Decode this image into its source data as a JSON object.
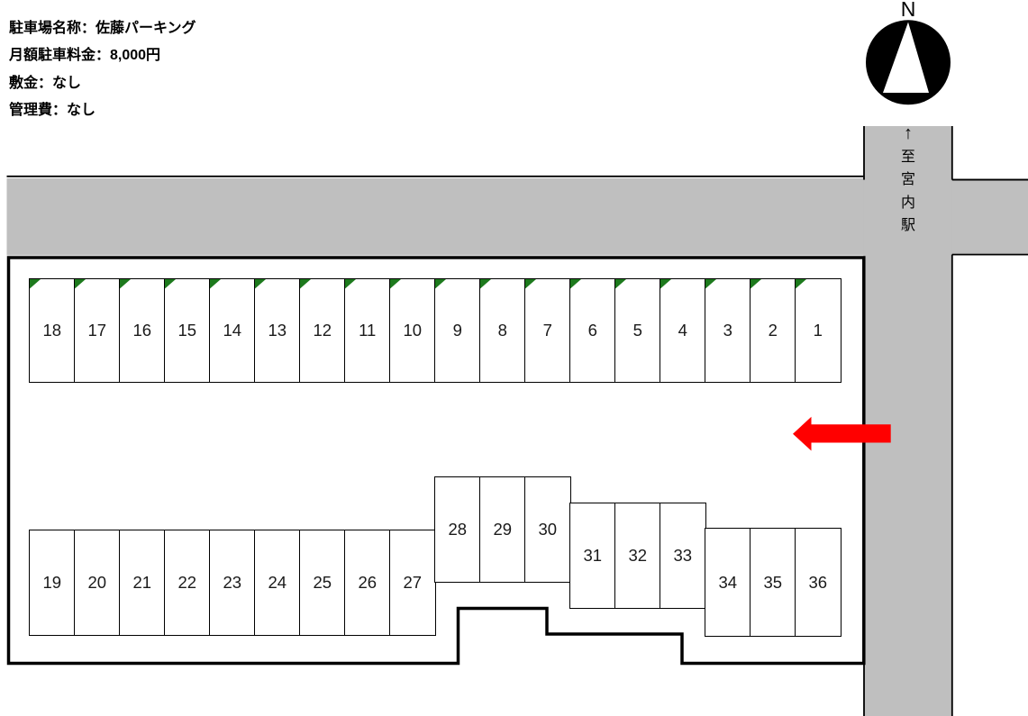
{
  "info": {
    "lines": [
      "駐車場名称：佐藤パーキング",
      "月額駐車料金：8,000円",
      "敷金：なし",
      "管理費：なし"
    ]
  },
  "compass": {
    "label": "N"
  },
  "road": {
    "station_chars": [
      "↑",
      "至",
      "宮",
      "内",
      "駅"
    ]
  },
  "lot": {
    "rows": {
      "top": [
        18,
        17,
        16,
        15,
        14,
        13,
        12,
        11,
        10,
        9,
        8,
        7,
        6,
        5,
        4,
        3,
        2,
        1
      ],
      "left": [
        19,
        20,
        21,
        22,
        23,
        24,
        25,
        26,
        27
      ],
      "mid_upper": [
        28,
        29,
        30
      ],
      "mid_lower": [
        31,
        32,
        33
      ],
      "right": [
        34,
        35,
        36
      ]
    }
  },
  "colors": {
    "road": "#bfbfbf",
    "arrow": "#ff0000",
    "marker": "#1d7a1d"
  }
}
